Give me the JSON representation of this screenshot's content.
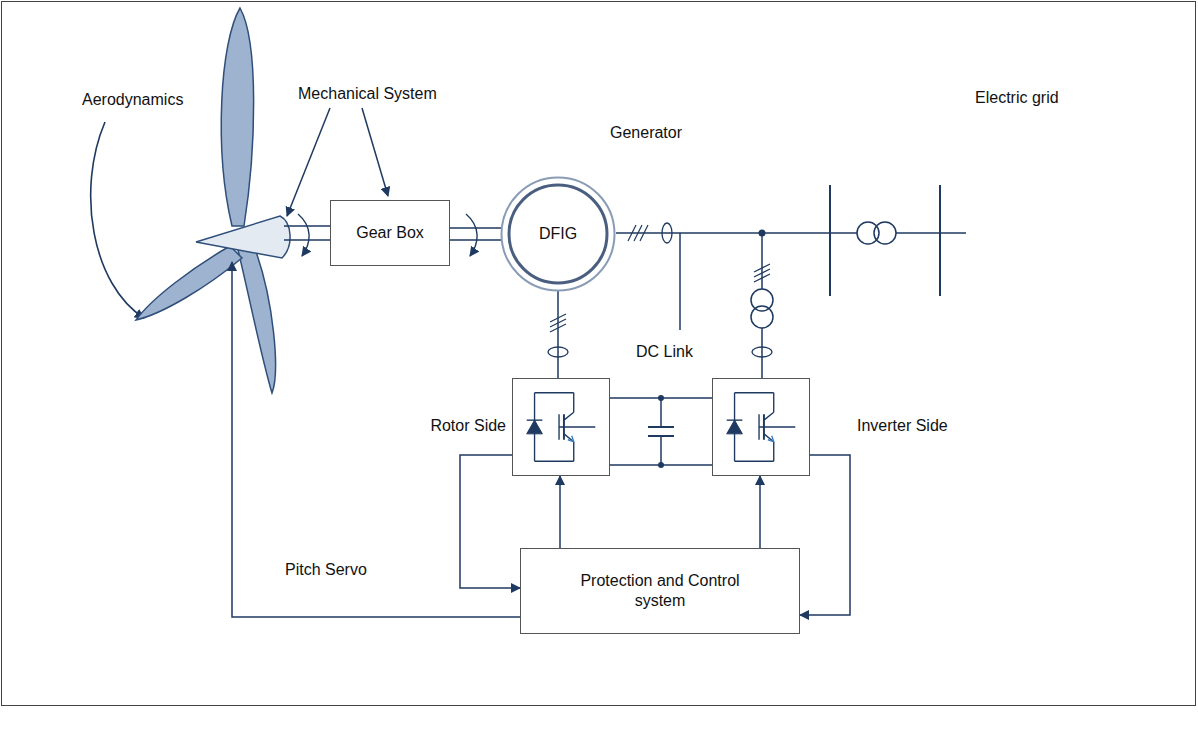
{
  "diagram": {
    "nodes": [
      {
        "text": [
          "Gear Box"
        ]
      },
      {
        "text": [
          "Generator",
          "DFIG"
        ]
      },
      {
        "text": [
          "Rotor Side"
        ]
      },
      {
        "text": [
          "Inverter Side"
        ]
      },
      {
        "text": [
          "Protection and Control system"
        ]
      }
    ],
    "edges": [
      {
        "from": 0,
        "to": 1,
        "arrow": "none"
      },
      {
        "from": 1,
        "to": 2,
        "arrow": "none"
      },
      {
        "from": 2,
        "to": 3,
        "arrow": "none"
      },
      {
        "from": 4,
        "to": 2,
        "arrow": "to"
      },
      {
        "from": 4,
        "to": 3,
        "arrow": "to"
      },
      {
        "from": 2,
        "to": 4,
        "arrow": "to"
      },
      {
        "from": 3,
        "to": 4,
        "arrow": "to"
      }
    ],
    "labels": [
      "Aerodynamics",
      "Mechanical System",
      "Electric grid",
      "DC Link",
      "Pitch Servo"
    ]
  }
}
